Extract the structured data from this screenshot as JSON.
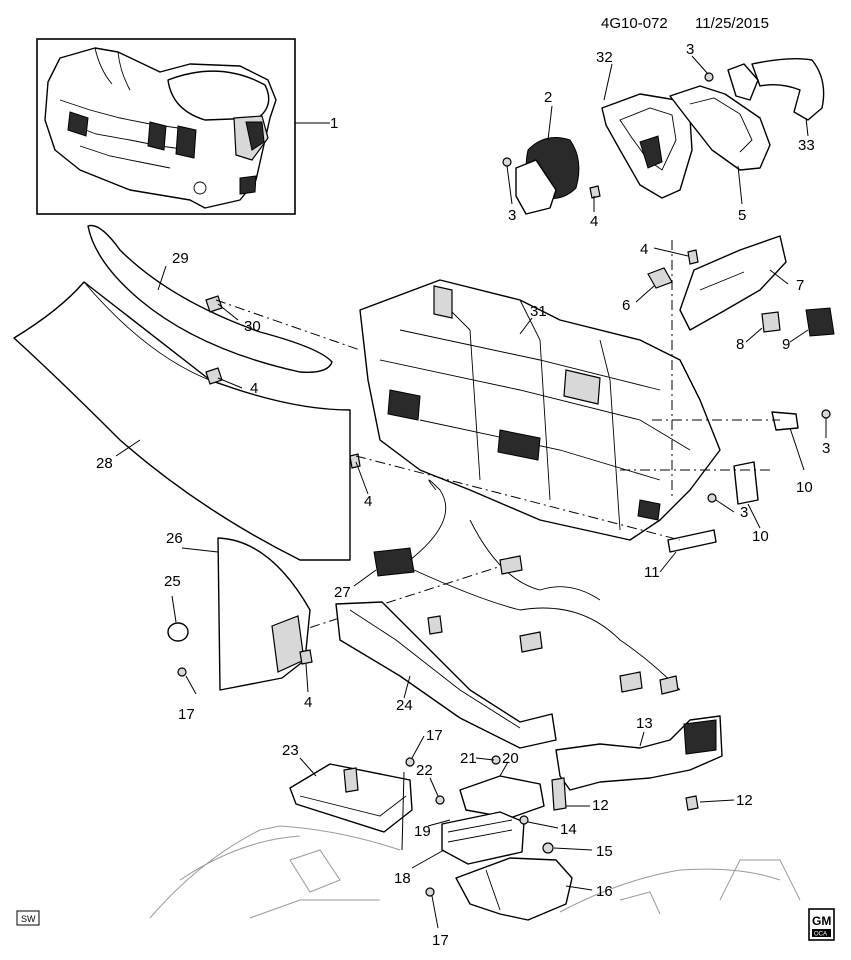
{
  "header": {
    "diagram_id": "4G10-072",
    "date": "11/25/2015"
  },
  "corner_badges": {
    "left": "SW",
    "right_top": "GM",
    "right_bottom": "OCA"
  },
  "labels": [
    {
      "id": "l1",
      "text": "1"
    },
    {
      "id": "l2",
      "text": "2"
    },
    {
      "id": "l3a",
      "text": "3"
    },
    {
      "id": "l3b",
      "text": "3"
    },
    {
      "id": "l3c",
      "text": "3"
    },
    {
      "id": "l3d",
      "text": "3"
    },
    {
      "id": "l4a",
      "text": "4"
    },
    {
      "id": "l4b",
      "text": "4"
    },
    {
      "id": "l4c",
      "text": "4"
    },
    {
      "id": "l4d",
      "text": "4"
    },
    {
      "id": "l4e",
      "text": "4"
    },
    {
      "id": "l5",
      "text": "5"
    },
    {
      "id": "l6",
      "text": "6"
    },
    {
      "id": "l7",
      "text": "7"
    },
    {
      "id": "l8",
      "text": "8"
    },
    {
      "id": "l9",
      "text": "9"
    },
    {
      "id": "l10a",
      "text": "10"
    },
    {
      "id": "l10b",
      "text": "10"
    },
    {
      "id": "l11",
      "text": "11"
    },
    {
      "id": "l12a",
      "text": "12"
    },
    {
      "id": "l12b",
      "text": "12"
    },
    {
      "id": "l13",
      "text": "13"
    },
    {
      "id": "l14",
      "text": "14"
    },
    {
      "id": "l15",
      "text": "15"
    },
    {
      "id": "l16",
      "text": "16"
    },
    {
      "id": "l17a",
      "text": "17"
    },
    {
      "id": "l17b",
      "text": "17"
    },
    {
      "id": "l17c",
      "text": "17"
    },
    {
      "id": "l18",
      "text": "18"
    },
    {
      "id": "l19",
      "text": "19"
    },
    {
      "id": "l20",
      "text": "20"
    },
    {
      "id": "l21",
      "text": "21"
    },
    {
      "id": "l22",
      "text": "22"
    },
    {
      "id": "l23",
      "text": "23"
    },
    {
      "id": "l24",
      "text": "24"
    },
    {
      "id": "l25",
      "text": "25"
    },
    {
      "id": "l26",
      "text": "26"
    },
    {
      "id": "l27",
      "text": "27"
    },
    {
      "id": "l28",
      "text": "28"
    },
    {
      "id": "l29",
      "text": "29"
    },
    {
      "id": "l30",
      "text": "30"
    },
    {
      "id": "l31",
      "text": "31"
    },
    {
      "id": "l32",
      "text": "32"
    },
    {
      "id": "l33",
      "text": "33"
    }
  ]
}
